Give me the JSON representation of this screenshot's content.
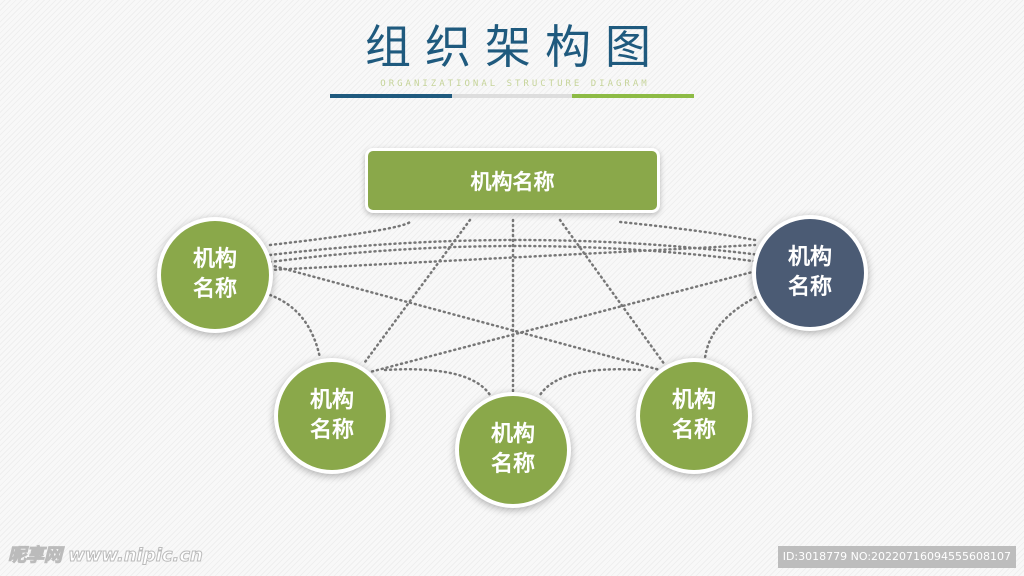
{
  "title": "组织架构图",
  "subtitle": "ORGANIZATIONAL STRUCTURE DIAGRAM",
  "colors": {
    "green": "#8aa84a",
    "navy": "#4b5b74",
    "title": "#1f5a7e"
  },
  "top_node": {
    "label": "机构名称"
  },
  "nodes": [
    {
      "label": "机构名称"
    },
    {
      "label": "机构名称"
    },
    {
      "label": "机构名称"
    },
    {
      "label": "机构名称"
    },
    {
      "label": "机构名称"
    }
  ],
  "watermark": {
    "site": "昵享网 www.nipic.cn",
    "id": "ID:3018779 NO:20220716094555608107"
  }
}
